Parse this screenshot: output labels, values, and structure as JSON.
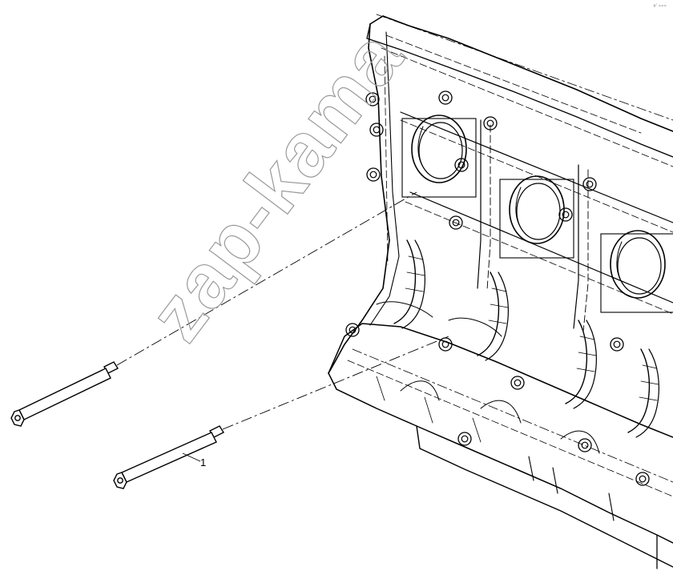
{
  "diagram": {
    "callouts": [
      {
        "label": "1",
        "target": "stud-lower"
      }
    ],
    "corner_code": "p˜ ===",
    "watermark": "zap-kama",
    "colors": {
      "line": "#000000",
      "watermark": "#9a9a9a",
      "background": "#ffffff"
    }
  }
}
